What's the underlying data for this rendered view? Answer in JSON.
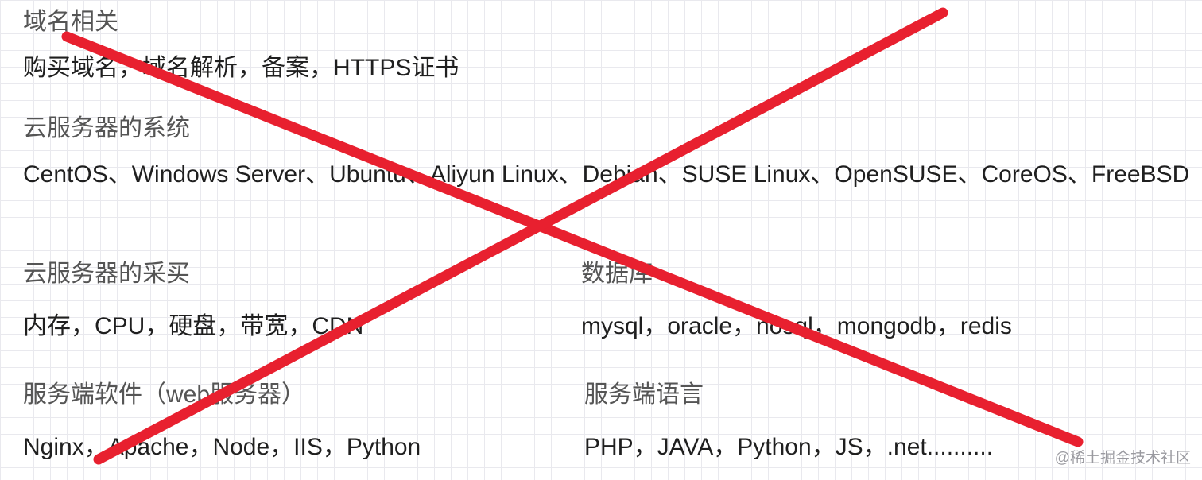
{
  "sections": {
    "domain": {
      "title": "域名相关",
      "body": "购买域名，域名解析，备案，HTTPS证书"
    },
    "os": {
      "title": "云服务器的系统",
      "body": "CentOS、Windows Server、Ubuntu、Aliyun Linux、Debian、SUSE Linux、OpenSUSE、CoreOS、FreeBSD"
    },
    "purchase": {
      "title": "云服务器的采买",
      "body": "内存，CPU，硬盘，带宽，CDN"
    },
    "database": {
      "title": "数据库",
      "body": "mysql，oracle，nosql，mongodb，redis"
    },
    "server_software": {
      "title": "服务端软件（web服务器）",
      "body": "Nginx，Apache，Node，IIS，Python"
    },
    "server_language": {
      "title": "服务端语言",
      "body": "PHP，JAVA，Python，JS，.net.........."
    }
  },
  "watermark": "@稀土掘金技术社区",
  "colors": {
    "cross": "#e8202f",
    "heading": "#555555",
    "body": "#1f1f1f",
    "grid": "#e9e9ee"
  }
}
